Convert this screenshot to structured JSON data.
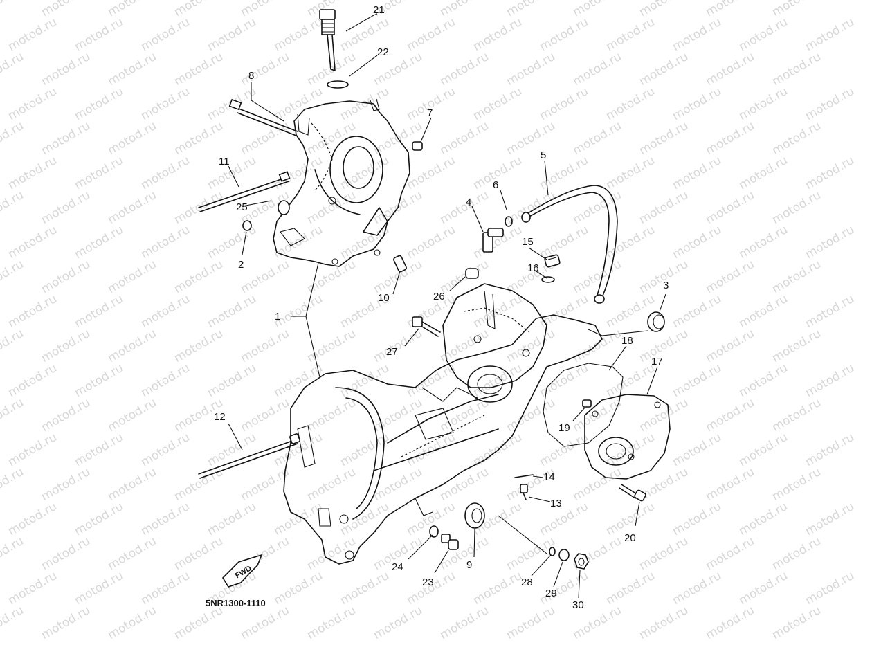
{
  "watermark_text": "motod.ru",
  "diagram_code": "5NR1300-1110",
  "fwd_label": "FWD",
  "parts": [
    {
      "id": "1",
      "label": "1"
    },
    {
      "id": "2",
      "label": "2"
    },
    {
      "id": "3",
      "label": "3"
    },
    {
      "id": "4",
      "label": "4"
    },
    {
      "id": "5",
      "label": "5"
    },
    {
      "id": "6",
      "label": "6"
    },
    {
      "id": "7",
      "label": "7"
    },
    {
      "id": "8",
      "label": "8"
    },
    {
      "id": "9",
      "label": "9"
    },
    {
      "id": "10",
      "label": "10"
    },
    {
      "id": "11",
      "label": "11"
    },
    {
      "id": "12",
      "label": "12"
    },
    {
      "id": "13",
      "label": "13"
    },
    {
      "id": "14",
      "label": "14"
    },
    {
      "id": "15",
      "label": "15"
    },
    {
      "id": "16",
      "label": "16"
    },
    {
      "id": "17",
      "label": "17"
    },
    {
      "id": "18",
      "label": "18"
    },
    {
      "id": "19",
      "label": "19"
    },
    {
      "id": "20",
      "label": "20"
    },
    {
      "id": "21",
      "label": "21"
    },
    {
      "id": "22",
      "label": "22"
    },
    {
      "id": "23",
      "label": "23"
    },
    {
      "id": "24",
      "label": "24"
    },
    {
      "id": "25",
      "label": "25"
    },
    {
      "id": "26",
      "label": "26"
    },
    {
      "id": "27",
      "label": "27"
    },
    {
      "id": "28",
      "label": "28"
    },
    {
      "id": "29",
      "label": "29"
    },
    {
      "id": "30",
      "label": "30"
    }
  ]
}
